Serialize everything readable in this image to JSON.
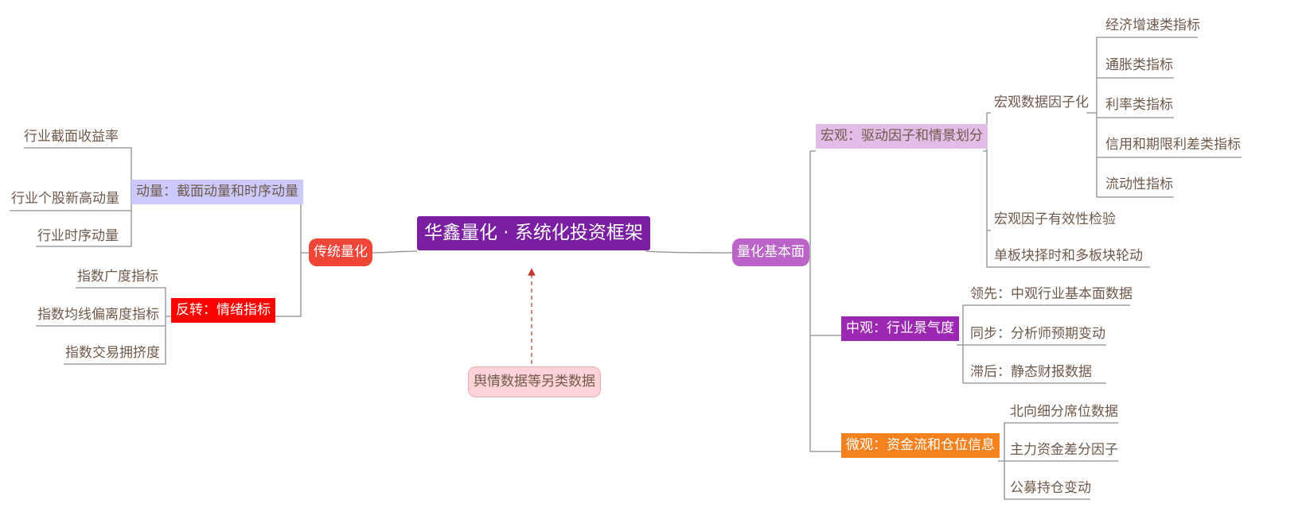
{
  "root": {
    "label": "华鑫量化 · 系统化投资框架",
    "color": "#7a1fa2"
  },
  "floating": {
    "label": "舆情数据等另类数据",
    "color": "#ffd3d8",
    "arrow_color": "#c0392b"
  },
  "left": {
    "label": "传统量化",
    "color": "#f0463a",
    "children": [
      {
        "label": "动量：截面动量和时序动量",
        "color": "#ccc9ff",
        "children": [
          "行业截面收益率",
          "行业个股新高动量",
          "行业时序动量"
        ]
      },
      {
        "label": "反转：情绪指标",
        "color": "#ff0000",
        "children": [
          "指数广度指标",
          "指数均线偏离度指标",
          "指数交易拥挤度"
        ]
      }
    ]
  },
  "right": {
    "label": "量化基本面",
    "color": "#ba64c8",
    "children": [
      {
        "label": "宏观：驱动因子和情景划分",
        "color": "#e2bde8",
        "children": [
          {
            "label": "宏观数据因子化",
            "children": [
              "经济增速类指标",
              "通胀类指标",
              "利率类指标",
              "信用和期限利差类指标",
              "流动性指标"
            ]
          },
          {
            "label": "宏观因子有效性检验"
          },
          {
            "label": "单板块择时和多板块轮动"
          }
        ]
      },
      {
        "label": "中观：行业景气度",
        "color": "#9c27b0",
        "children": [
          "领先：中观行业基本面数据",
          "同步：分析师预期变动",
          "滞后：静态财报数据"
        ]
      },
      {
        "label": "微观：资金流和仓位信息",
        "color": "#f5821f",
        "children": [
          "北向细分席位数据",
          "主力资金差分因子",
          "公募持仓变动"
        ]
      }
    ]
  }
}
